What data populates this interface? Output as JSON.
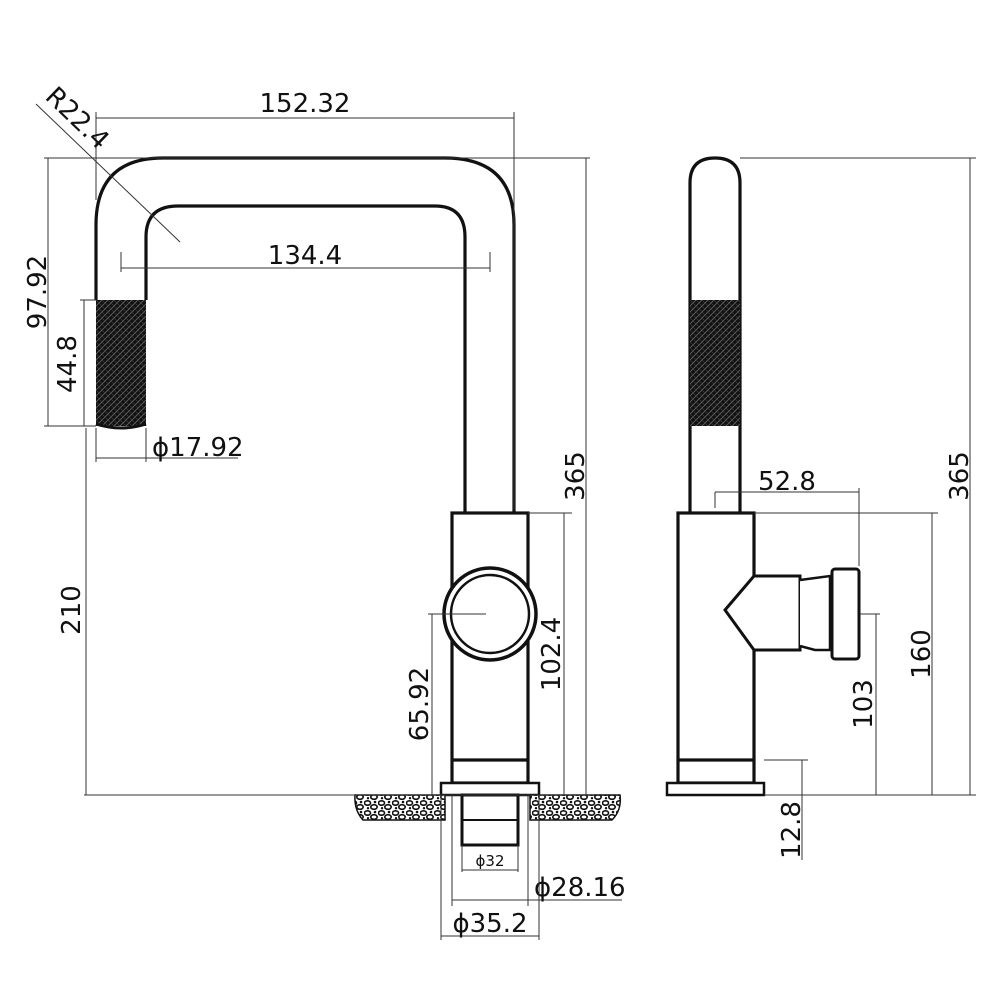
{
  "dimensions": {
    "outer_width": "152.32",
    "bend_radius": "R22.4",
    "inner_width": "134.4",
    "spout_drop": "97.92",
    "grip_length": "44.8",
    "grip_diameter": "ϕ17.92",
    "spout_height": "210",
    "total_height_front": "365",
    "body_height": "102.4",
    "handle_height": "65.92",
    "base_inner_diameter": "ϕ32",
    "base_thread_diameter": "ϕ28.16",
    "base_outer_diameter": "ϕ35.2",
    "handle_projection": "52.8",
    "side_body_height": "160",
    "side_handle_height": "103",
    "base_plate_height": "12.8",
    "total_height_side": "365"
  }
}
